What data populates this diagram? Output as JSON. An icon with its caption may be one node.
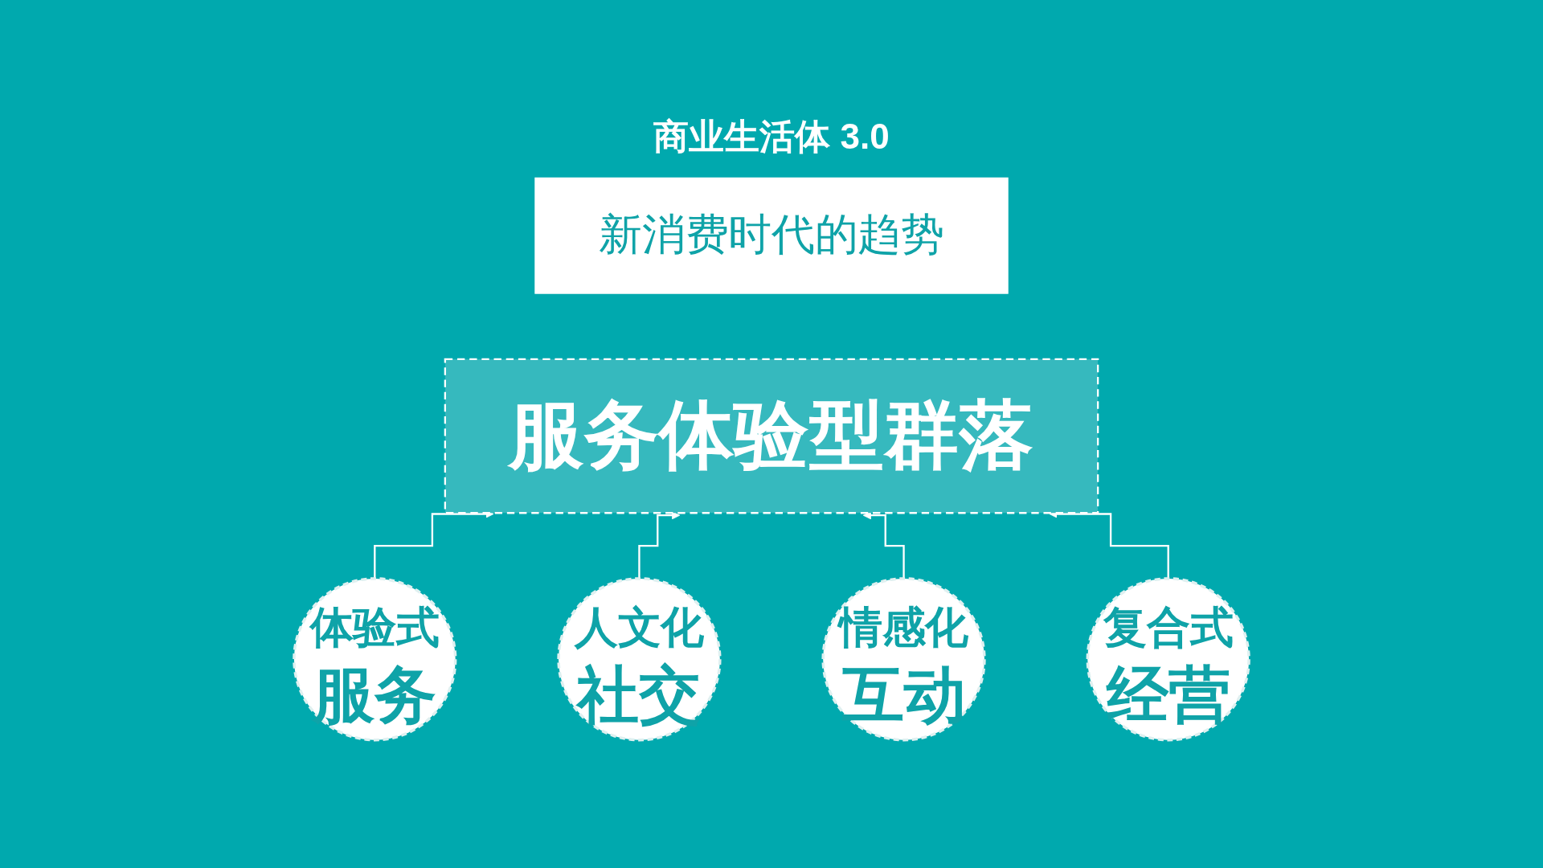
{
  "diagram": {
    "title": "商业生活体 3.0",
    "nodes": [
      {
        "text": [
          "新消费时代的趋势"
        ]
      },
      {
        "text": [
          "服务体验型群落"
        ]
      },
      {
        "text": [
          "体验式",
          "服务"
        ]
      },
      {
        "text": [
          "人文化",
          "社交"
        ]
      },
      {
        "text": [
          "情感化",
          "互动"
        ]
      },
      {
        "text": [
          "复合式",
          "经营"
        ]
      }
    ],
    "edges": [
      {
        "from": 2,
        "to": 1,
        "arrow": "to"
      },
      {
        "from": 3,
        "to": 1,
        "arrow": "to"
      },
      {
        "from": 4,
        "to": 1,
        "arrow": "to"
      },
      {
        "from": 5,
        "to": 1,
        "arrow": "to"
      }
    ]
  }
}
